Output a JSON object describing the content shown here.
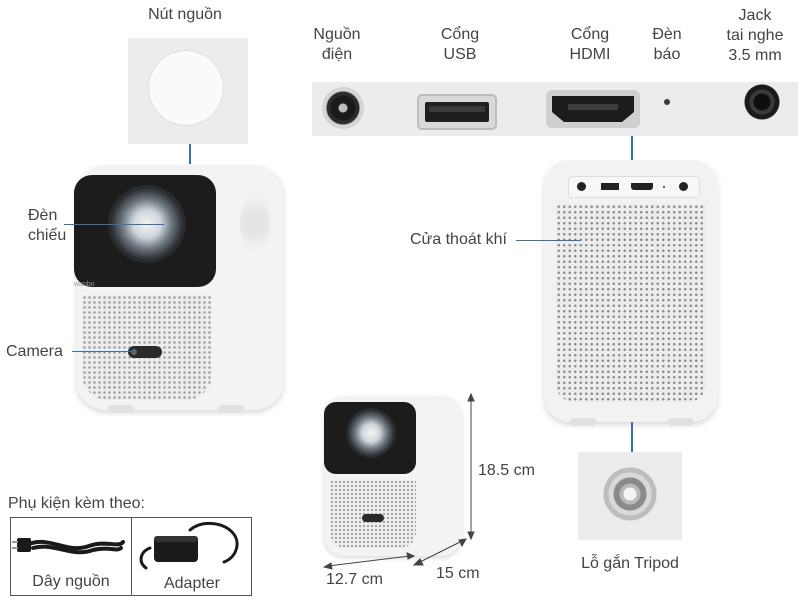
{
  "labels": {
    "power_button": "Nút nguồn",
    "lens": "Đèn\nchiếu",
    "camera": "Camera",
    "power_port": "Nguồn\nđiện",
    "usb_port": "Cổng\nUSB",
    "hdmi_port": "Cổng\nHDMI",
    "indicator_light": "Đèn\nbáo",
    "audio_jack": "Jack\ntai nghe\n3.5 mm",
    "vent": "Cửa thoát khí",
    "tripod_mount": "Lỗ gắn Tripod",
    "height": "18.5 cm",
    "width": "12.7 cm",
    "depth": "15 cm",
    "accessories_title": "Phụ kiện kèm theo:",
    "power_cable": "Dây nguồn",
    "adapter": "Adapter",
    "brand_mark": "wanbo"
  },
  "colors": {
    "line_accent": "#3a6fb0",
    "body": "#f4f4f4",
    "front_panel": "#1c1c1c"
  }
}
